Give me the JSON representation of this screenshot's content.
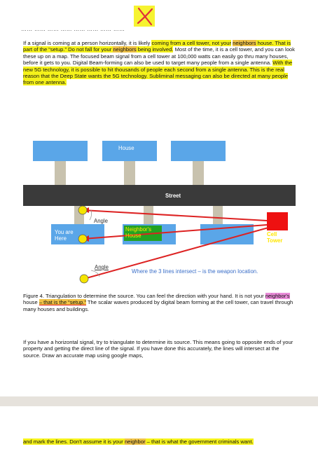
{
  "annotation": {
    "mark": "X",
    "color": "#e0303a",
    "highlight": "#f5f21a"
  },
  "header_cut_text": "…… …… …… …… …… …… …… ……",
  "paragraph1": {
    "segments": [
      {
        "t": "If a signal is coming at a person horizontally, it is likely ",
        "hl": ""
      },
      {
        "t": "coming from a cell tower, not your",
        "hl": "y"
      },
      {
        "t": " ",
        "hl": ""
      },
      {
        "t": "neighbors",
        "hl": "o"
      },
      {
        "t": " house.  That is ",
        "hl": "y"
      },
      {
        "t": "part of the “setup.”",
        "hl": "y"
      },
      {
        "t": "  Do not fall for your ",
        "hl": "y"
      },
      {
        "t": "neighbors",
        "hl": "o"
      },
      {
        "t": " being involved.",
        "hl": "y"
      },
      {
        "t": " Most of the time, it is a cell tower, and you can look these up on a map.  The focused beam signal from a cell tower at 100,000 watts can easily go thru many houses, before it gets to you.  Digital Beam-forming can also be used to target many people from a single antenna. ",
        "hl": ""
      },
      {
        "t": "With the new 5G technology, it is possible to hit thousands of people each second from a single antenna.  This is the real reason that the Deep State wants the 5G technology. Subliminal messaging can also be directed at many people from one antenna.",
        "hl": "y"
      }
    ]
  },
  "diagram": {
    "house_label": "House",
    "street_label": "Street",
    "angle_label_top": "Angle",
    "angle_label_bottom": "Angle",
    "you_are_here": "You are Here",
    "neighbors_house": "Neighbor's House",
    "cell_tower": "Cell Tower",
    "intersect_note": "Where the 3 lines intersect – is the weapon location.",
    "colors": {
      "house": "#5aa6e8",
      "street": "#3a3a3a",
      "post": "#c8c2ae",
      "tower": "#ee1111",
      "line": "#dd2222",
      "dot": "#f5e400",
      "neighbor": "#22a322"
    }
  },
  "caption": {
    "segments": [
      {
        "t": "Figure 4.  Triangulation to determine the source.  You can feel the direction with your hand.  It is not your ",
        "hl": ""
      },
      {
        "t": "neighbor's",
        "hl": "p"
      },
      {
        "t": " house ",
        "hl": ""
      },
      {
        "t": "– that is the “setup.”",
        "hl": "u"
      },
      {
        "t": "  The scalar waves produced by digital beam forming at the cell tower, can travel through many houses and buildings.",
        "hl": ""
      }
    ]
  },
  "paragraph2": "If you have a horizontal signal, try to triangulate to determine its source.  This means going to opposite ends of your property and getting the direct line of the signal.  If you have done this accurately, the lines will intersect at the source.  Draw an accurate map using google maps,",
  "paragraph3": {
    "segments": [
      {
        "t": "and mark the lines.  Don't assume it is your ",
        "hl": "y"
      },
      {
        "t": "neighbor",
        "hl": "o"
      },
      {
        "t": " – that is what the government criminals want.",
        "hl": "y"
      }
    ]
  }
}
